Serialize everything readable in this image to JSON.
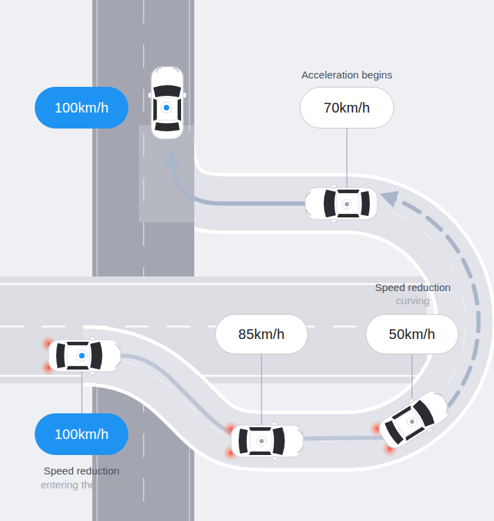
{
  "diagram": {
    "nodes": [
      {
        "text": [
          "100km/h"
        ]
      },
      {
        "text": [
          "Acceleration begins",
          "70km/h"
        ]
      },
      {
        "text": [
          "85km/h"
        ]
      },
      {
        "text": [
          "50km/h"
        ]
      },
      {
        "text": [
          "100km/h",
          "Speed reduction",
          "entering the ramp"
        ]
      }
    ],
    "labels": [
      "Speed reduction",
      "curving"
    ]
  }
}
